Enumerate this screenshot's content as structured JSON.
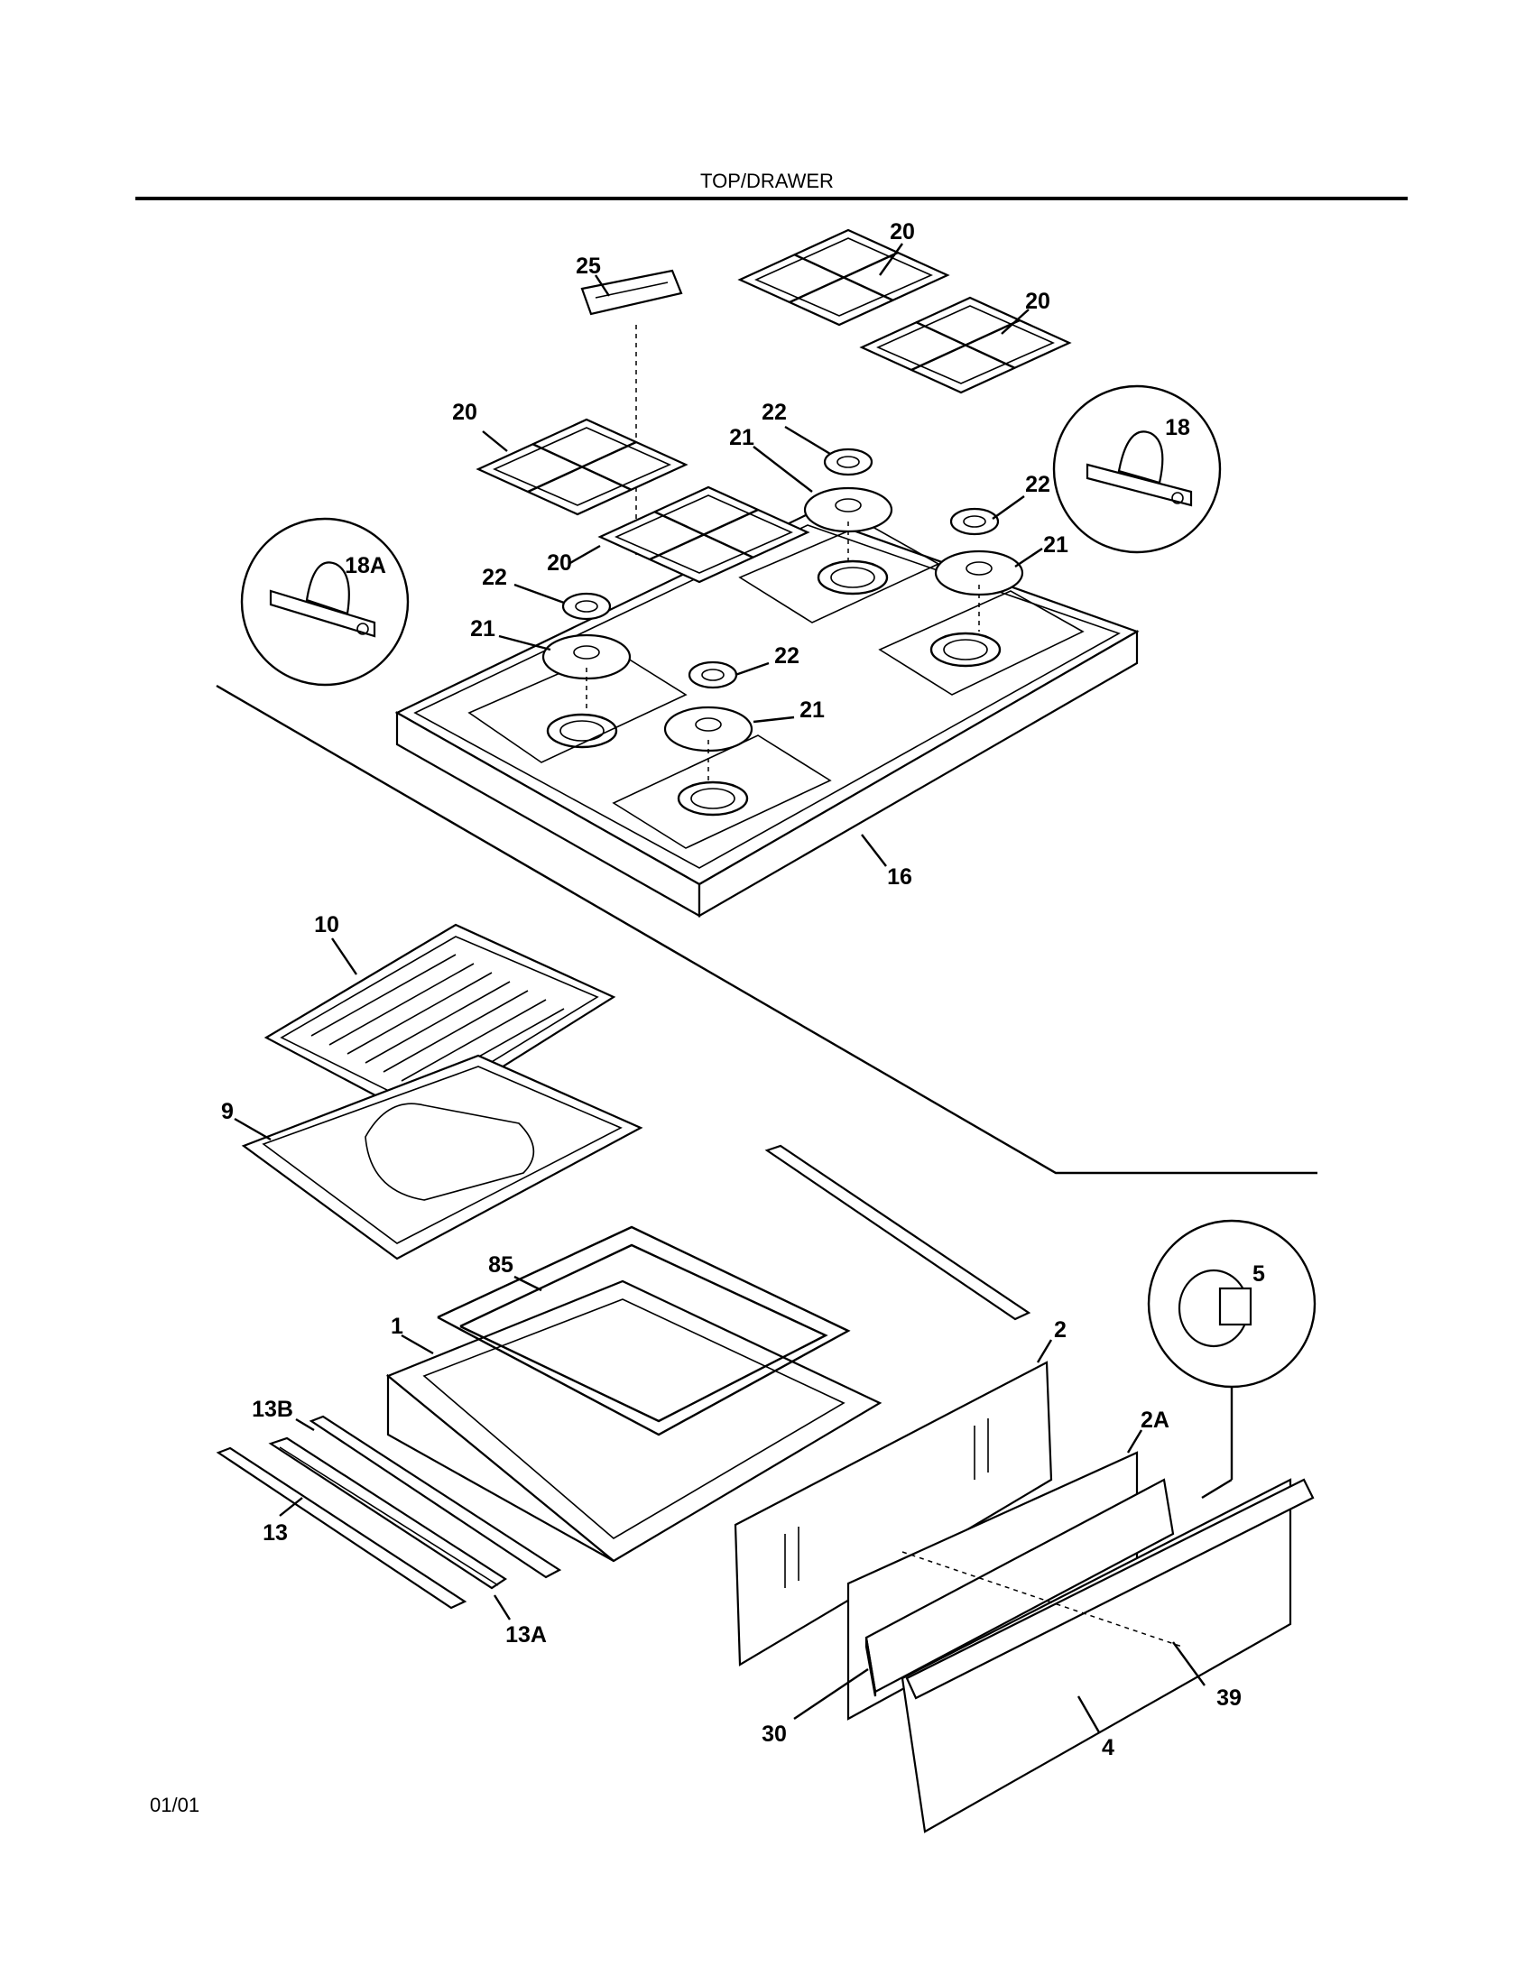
{
  "header": {
    "title": "TOP/DRAWER"
  },
  "footer": {
    "date": "01/01"
  },
  "callouts": {
    "c20a": "20",
    "c20b": "20",
    "c20c": "20",
    "c20d": "20",
    "c25": "25",
    "c18": "18",
    "c18a": "18A",
    "c21a": "21",
    "c21b": "21",
    "c21c": "21",
    "c21d": "21",
    "c22a": "22",
    "c22b": "22",
    "c22c": "22",
    "c22d": "22",
    "c16": "16",
    "c10": "10",
    "c9": "9",
    "c85": "85",
    "c1": "1",
    "c2": "2",
    "c2a": "2A",
    "c5": "5",
    "c13b": "13B",
    "c13": "13",
    "c13a": "13A",
    "c30": "30",
    "c39": "39",
    "c4": "4"
  }
}
